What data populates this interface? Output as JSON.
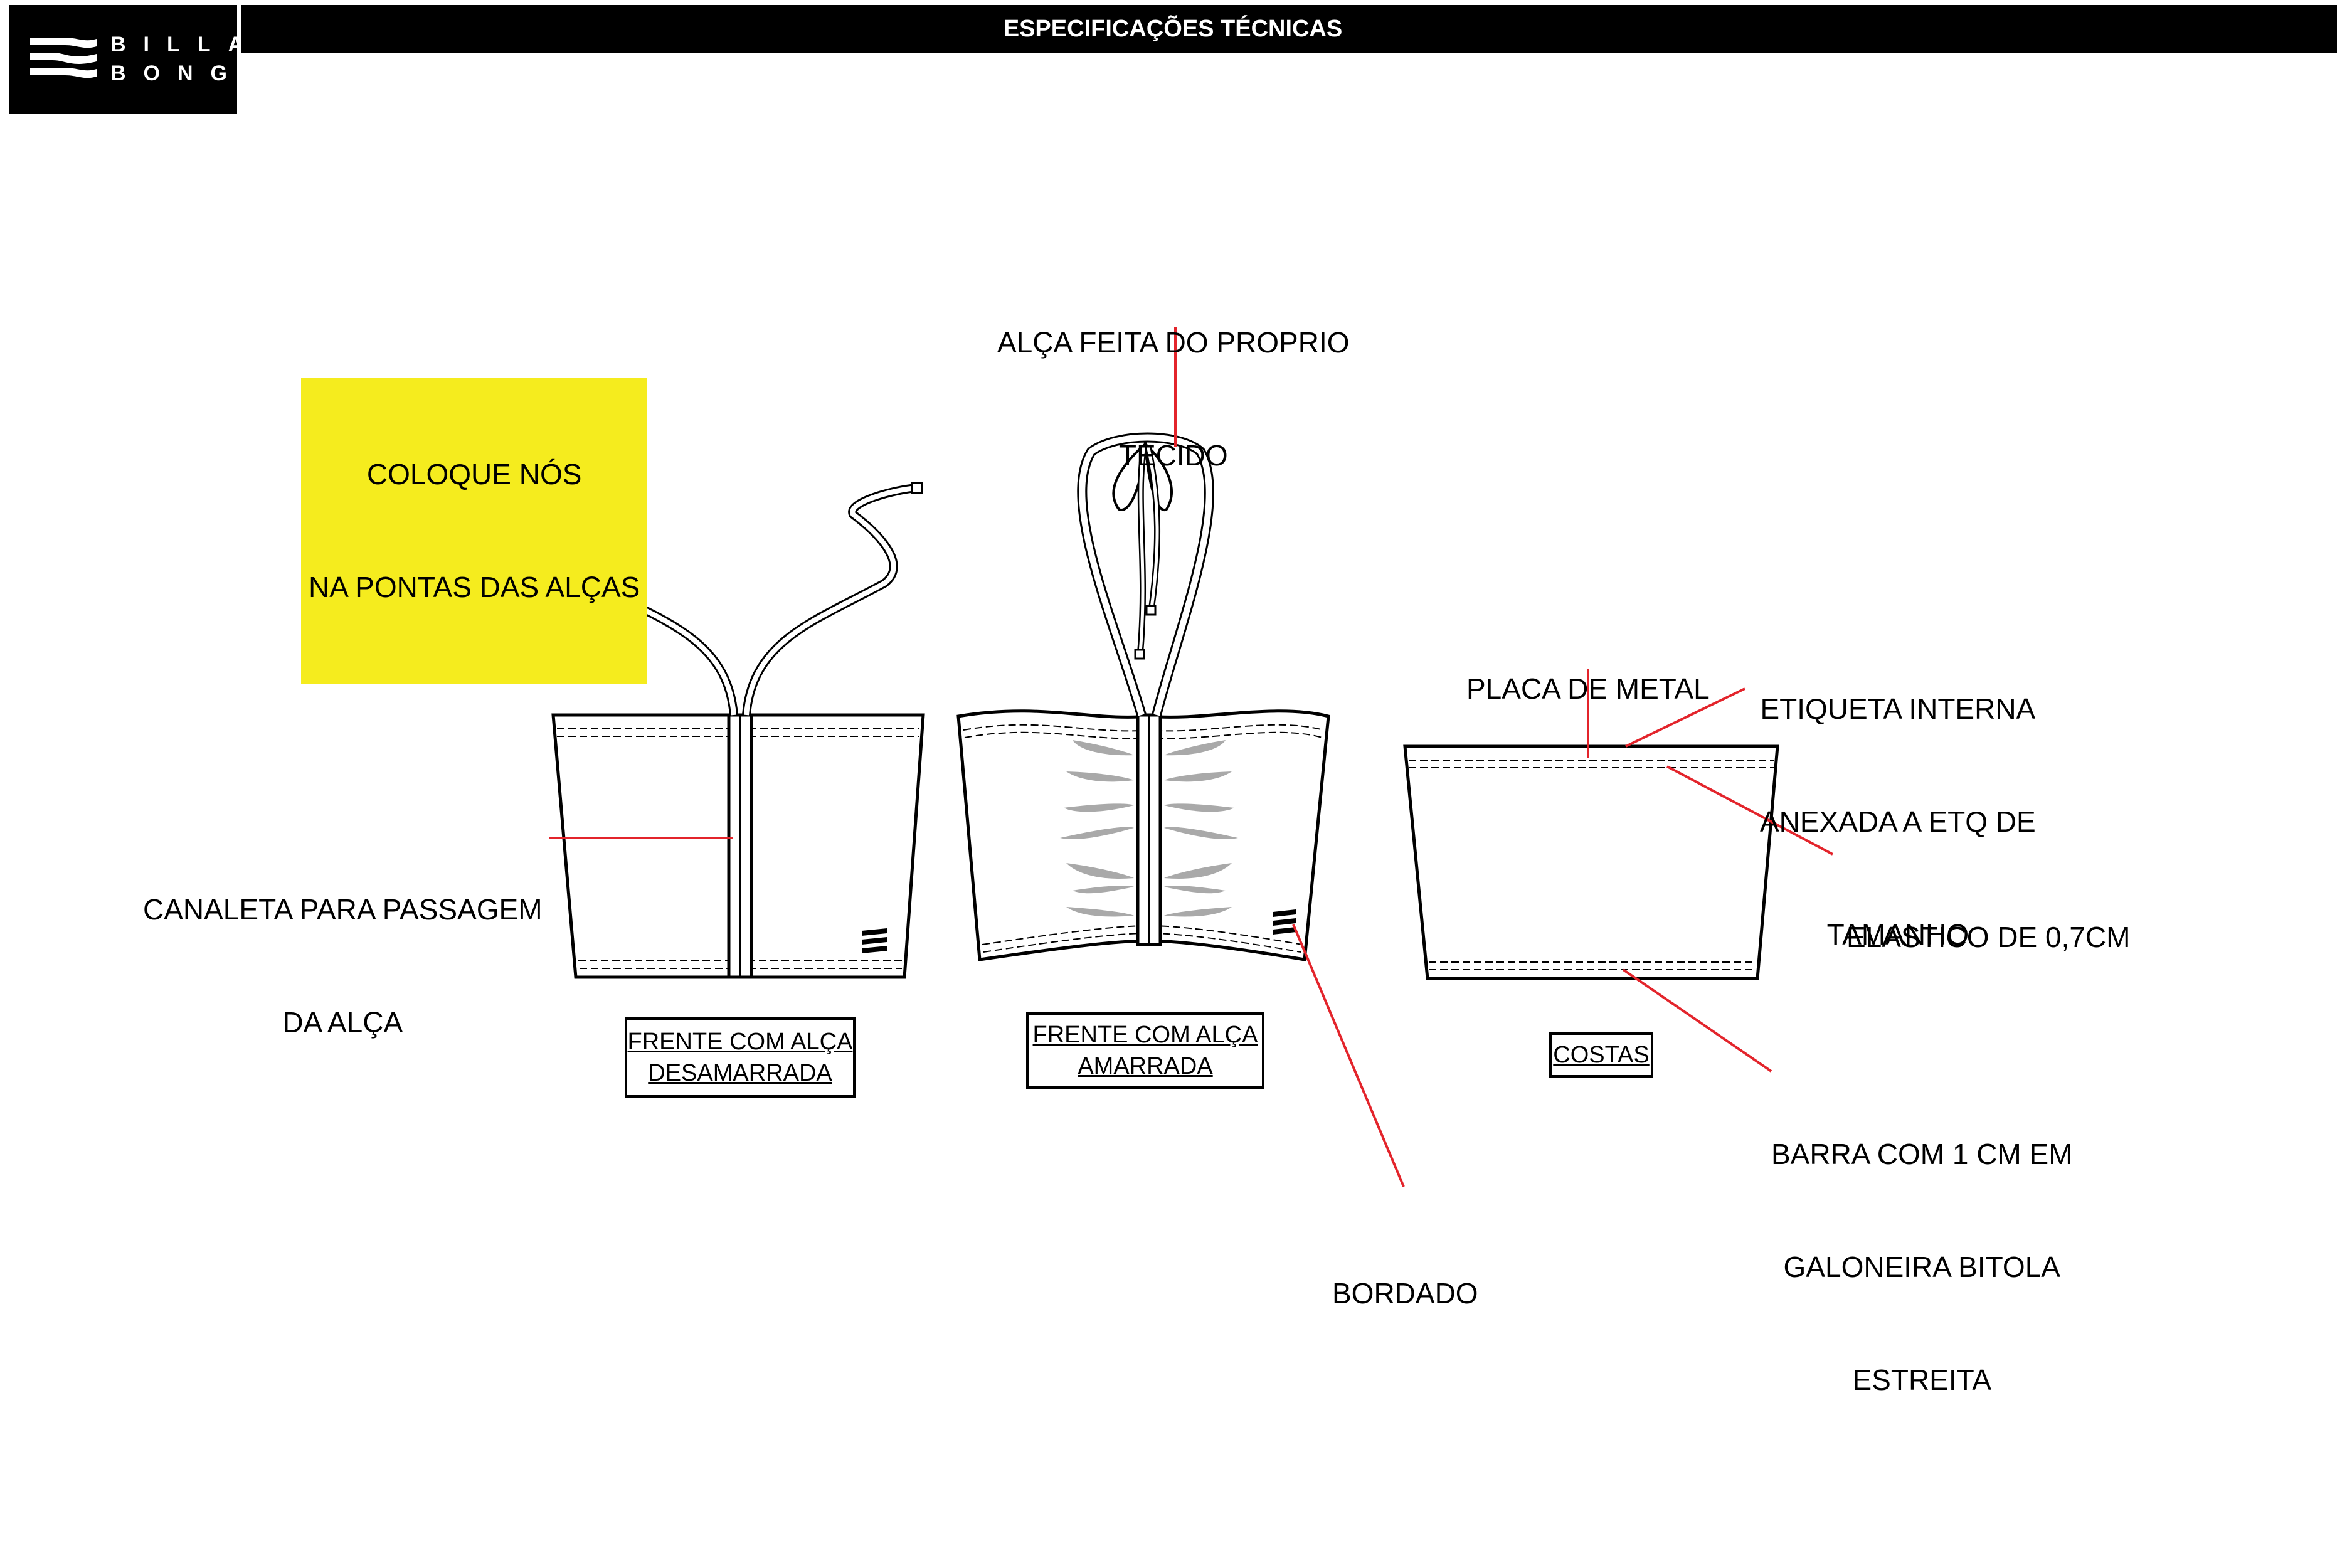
{
  "header": {
    "brand_line1": "BILLA",
    "brand_line2": "BONG",
    "title": "ESPECIFICAÇÕES TÉCNICAS"
  },
  "callouts": {
    "knots": [
      "COLOQUE NÓS",
      "NA PONTAS DAS ALÇAS"
    ],
    "channel": [
      "CANALETA PARA PASSAGEM",
      "DA ALÇA"
    ],
    "strap": [
      "ALÇA FEITA DO PROPRIO",
      "TECIDO"
    ],
    "embroidery": [
      "BORDADO"
    ],
    "metal_plate": [
      "PLACA DE METAL"
    ],
    "inner_label": [
      "ETIQUETA INTERNA",
      "ANEXADA A ETQ DE",
      "TAMANHO"
    ],
    "elastic": [
      "ELASTICO DE 0,7CM"
    ],
    "hem": [
      "BARRA COM 1 CM EM",
      "GALONEIRA BITOLA",
      "ESTREITA"
    ]
  },
  "views": {
    "front_untied": [
      "FRENTE COM ALÇA",
      "DESAMARRADA"
    ],
    "front_tied": [
      "FRENTE COM ALÇA",
      "AMARRADA"
    ],
    "back": [
      "COSTAS"
    ]
  },
  "colors": {
    "leader_line": "#e3242b",
    "highlight": "#f5ec1e",
    "ruching": "#a9a9a9"
  }
}
